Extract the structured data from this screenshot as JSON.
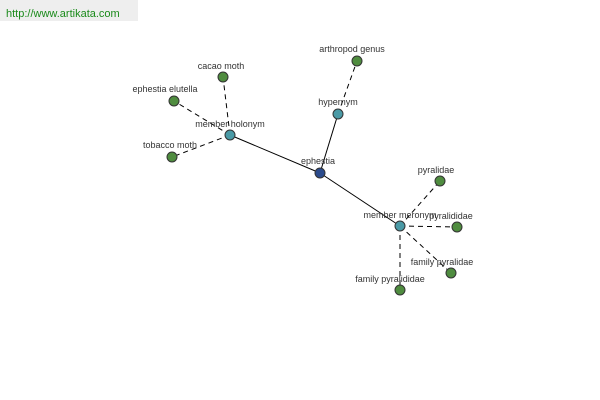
{
  "header": {
    "link_text": "http://www.artikata.com"
  },
  "colors": {
    "center": "#2b4b8c",
    "relation": "#4a9aa6",
    "leaf": "#4f8c3f"
  },
  "graph": {
    "nodes": {
      "ephestia": {
        "label": "ephestia",
        "kind": "center"
      },
      "hypernym": {
        "label": "hypernym",
        "kind": "relation"
      },
      "member_holonym": {
        "label": "member holonym",
        "kind": "relation"
      },
      "member_meronym": {
        "label": "member meronym",
        "kind": "relation"
      },
      "arthropod_genus": {
        "label": "arthropod genus",
        "kind": "leaf"
      },
      "cacao_moth": {
        "label": "cacao moth",
        "kind": "leaf"
      },
      "ephestia_elutella": {
        "label": "ephestia elutella",
        "kind": "leaf"
      },
      "tobacco_moth": {
        "label": "tobacco moth",
        "kind": "leaf"
      },
      "pyralidae": {
        "label": "pyralidae",
        "kind": "leaf"
      },
      "pyralididae": {
        "label": "pyralididae",
        "kind": "leaf"
      },
      "family_pyralidae": {
        "label": "family pyralidae",
        "kind": "leaf"
      },
      "family_pyralididae": {
        "label": "family pyralididae",
        "kind": "leaf"
      }
    },
    "edges": [
      {
        "from": "ephestia",
        "to": "hypernym",
        "style": "solid"
      },
      {
        "from": "ephestia",
        "to": "member_holonym",
        "style": "solid"
      },
      {
        "from": "ephestia",
        "to": "member_meronym",
        "style": "solid"
      },
      {
        "from": "hypernym",
        "to": "arthropod_genus",
        "style": "dashed"
      },
      {
        "from": "member_holonym",
        "to": "cacao_moth",
        "style": "dashed"
      },
      {
        "from": "member_holonym",
        "to": "ephestia_elutella",
        "style": "dashed"
      },
      {
        "from": "member_holonym",
        "to": "tobacco_moth",
        "style": "dashed"
      },
      {
        "from": "member_meronym",
        "to": "pyralidae",
        "style": "dashed"
      },
      {
        "from": "member_meronym",
        "to": "pyralididae",
        "style": "dashed"
      },
      {
        "from": "member_meronym",
        "to": "family_pyralidae",
        "style": "dashed"
      },
      {
        "from": "member_meronym",
        "to": "family_pyralididae",
        "style": "dashed"
      }
    ]
  }
}
